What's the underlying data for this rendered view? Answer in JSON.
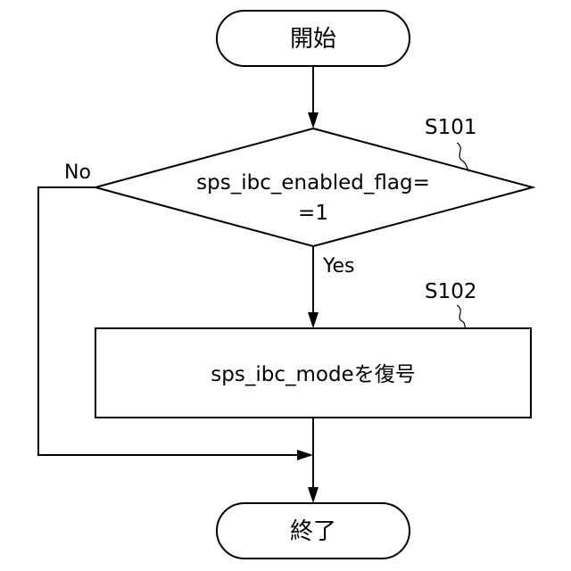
{
  "nodes": {
    "start": {
      "label": "開始"
    },
    "decision": {
      "line1": "sps_ibc_enabled_flag=",
      "line2": "=1",
      "step": "S101"
    },
    "process": {
      "label": "sps_ibc_modeを復号",
      "step": "S102"
    },
    "end": {
      "label": "終了"
    }
  },
  "branches": {
    "yes": "Yes",
    "no": "No"
  }
}
